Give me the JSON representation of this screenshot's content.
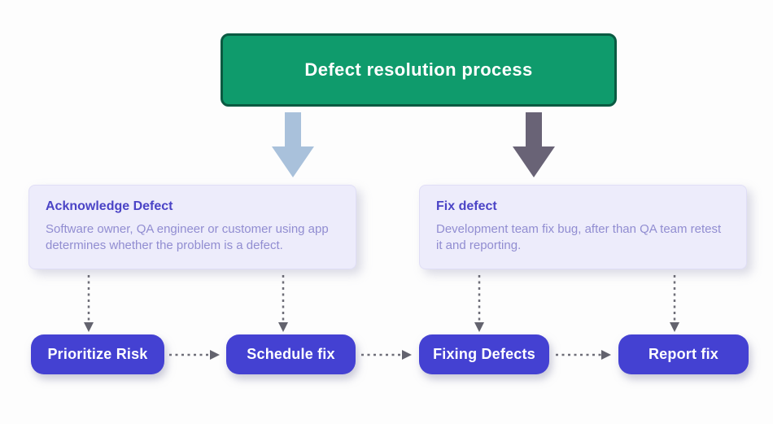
{
  "title": "Defect resolution process",
  "cards": [
    {
      "title": "Acknowledge Defect",
      "body": "Software owner, QA engineer or customer using app determines whether the problem is a defect."
    },
    {
      "title": "Fix defect",
      "body": "Development team fix bug, after than QA team retest it and reporting."
    }
  ],
  "steps": [
    {
      "label": "Prioritize Risk"
    },
    {
      "label": "Schedule fix"
    },
    {
      "label": "Fixing Defects"
    },
    {
      "label": "Report fix"
    }
  ],
  "icons": {
    "left_flow_arrow": "block-down-arrow",
    "right_flow_arrow": "block-down-arrow",
    "vertical_connector": "dashed-down-arrow",
    "horizontal_connector": "dashed-right-arrow"
  },
  "colors": {
    "background": "#fdfdfd",
    "header_fill": "#0f9b6c",
    "header_border": "#0a5a42",
    "header_text": "#ffffff",
    "arrow_left": "#a9c1db",
    "arrow_right": "#696376",
    "card_fill": "#edecfb",
    "card_border": "#e0def6",
    "card_title": "#4b44c6",
    "card_body": "#918dd1",
    "step_fill": "#4441d2",
    "step_text": "#ffffff",
    "connector": "#6e6e78",
    "connector_head": "#63636e"
  }
}
